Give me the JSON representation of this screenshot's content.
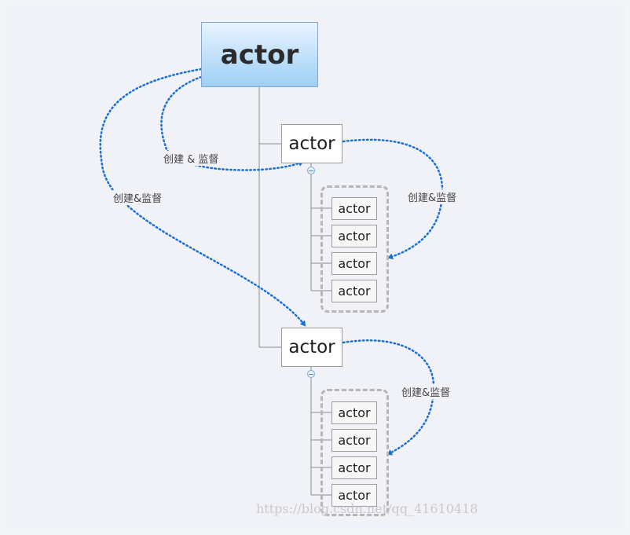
{
  "diagram": {
    "root": {
      "label": "actor"
    },
    "children": [
      {
        "label": "actor",
        "edge_label": "创建 & 监督",
        "self_label": "创建&监督",
        "leaves": [
          "actor",
          "actor",
          "actor",
          "actor"
        ]
      },
      {
        "label": "actor",
        "edge_label": "创建&监督",
        "self_label": "创建&监督",
        "leaves": [
          "actor",
          "actor",
          "actor",
          "actor"
        ]
      }
    ],
    "colors": {
      "arrow": "#1a6fd4",
      "connector": "#8c8c8c",
      "group_border": "#b6b6b6",
      "root_fill_top": "#e8f4ff",
      "root_fill_bottom": "#9ecff5"
    }
  },
  "watermark": "https://blog.csdn.net/qq_41610418"
}
